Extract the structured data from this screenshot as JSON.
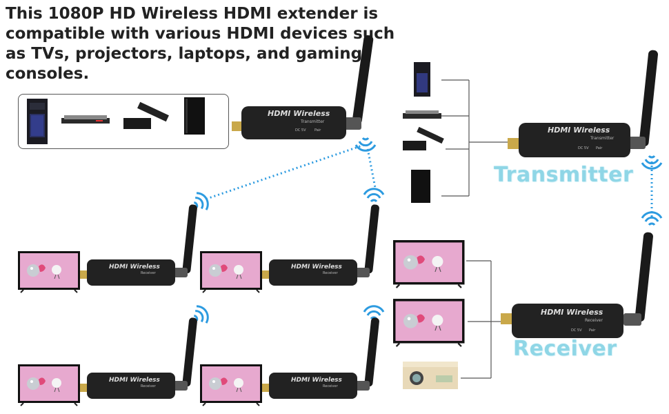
{
  "headline": "This 1080P HD Wireless HDMI extender is compatible with various HDMI devices such as TVs, projectors, laptops, and gaming consoles.",
  "device_brand": "HDMI Wireless",
  "transmitter_sub": "Transmitter",
  "receiver_sub": "Receiver",
  "port_dc": "DC 5V",
  "port_pair": "Pair",
  "transmitter_label": "Transmitter",
  "receiver_label": "Receiver",
  "colors": {
    "label": "#8fd6e6",
    "signal": "#2d9be0",
    "device_body": "#222222",
    "tv_screen": "#e7a9cf"
  },
  "icons": [
    "pc-tower-icon",
    "set-top-box-icon",
    "media-box-remote-icon",
    "game-console-icon",
    "tv-icon",
    "projector-icon",
    "wifi-signal-icon"
  ]
}
